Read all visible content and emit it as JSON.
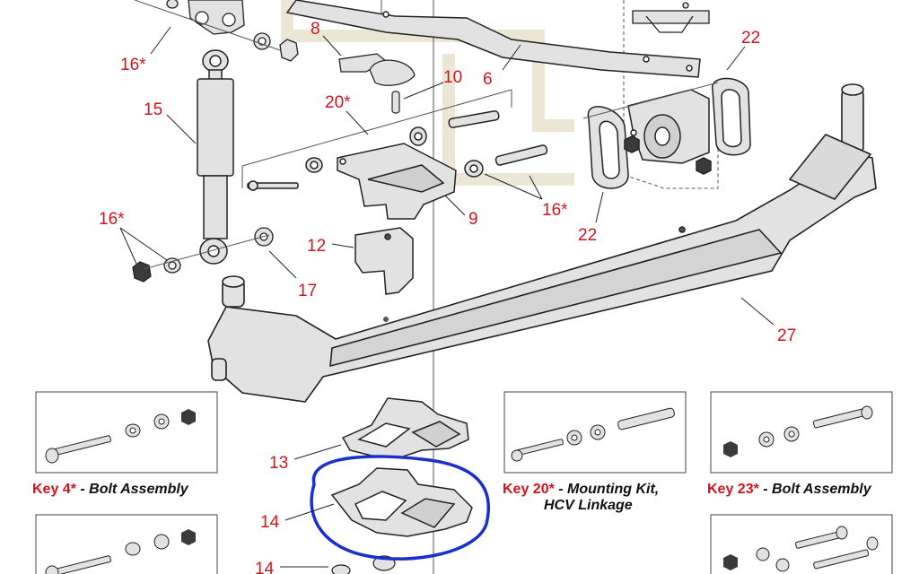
{
  "diagram": {
    "callouts": [
      "8",
      "10",
      "6",
      "22",
      "16*",
      "15",
      "20*",
      "9",
      "16*",
      "22",
      "16*",
      "12",
      "17",
      "27",
      "13",
      "14",
      "14"
    ],
    "keys": [
      {
        "id": "key4",
        "key_label": "Key 4*",
        "dash": " - ",
        "desc": "Bolt Assembly",
        "desc2": ""
      },
      {
        "id": "key20",
        "key_label": "Key 20*",
        "dash": " - ",
        "desc": "Mounting Kit,",
        "desc2": "HCV Linkage"
      },
      {
        "id": "key23",
        "key_label": "Key 23*",
        "dash": " - ",
        "desc": "Bolt Assembly",
        "desc2": ""
      }
    ],
    "colors": {
      "callout": "#d0141c",
      "annotation": "#1a2fd0",
      "part_fill": "#dcdcdc",
      "line": "#222222"
    }
  }
}
